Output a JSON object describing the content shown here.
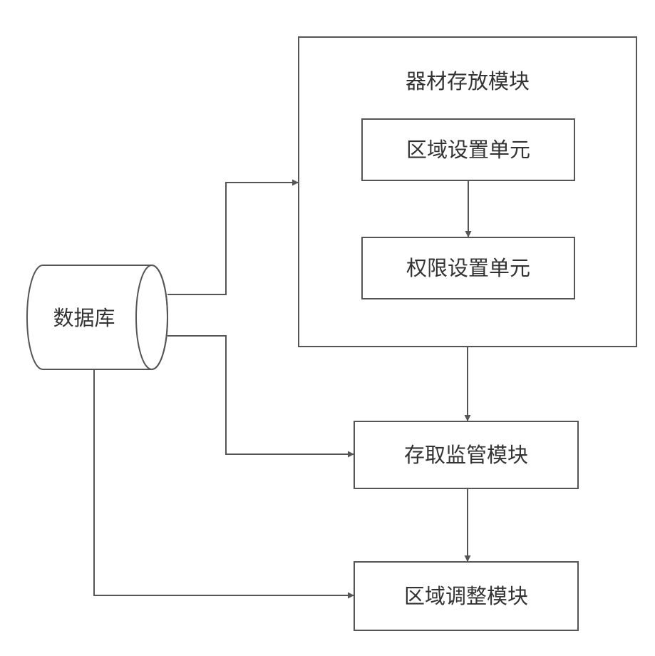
{
  "nodes": {
    "database": "数据库",
    "storage_module": "器材存放模块",
    "area_setting_unit": "区域设置单元",
    "permission_setting_unit": "权限设置单元",
    "access_monitor_module": "存取监管模块",
    "area_adjust_module": "区域调整模块"
  },
  "edges": [
    {
      "from": "database",
      "to": "storage_module"
    },
    {
      "from": "area_setting_unit",
      "to": "permission_setting_unit"
    },
    {
      "from": "storage_module",
      "to": "access_monitor_module"
    },
    {
      "from": "database",
      "to": "access_monitor_module"
    },
    {
      "from": "access_monitor_module",
      "to": "area_adjust_module"
    },
    {
      "from": "database",
      "to": "area_adjust_module"
    }
  ]
}
